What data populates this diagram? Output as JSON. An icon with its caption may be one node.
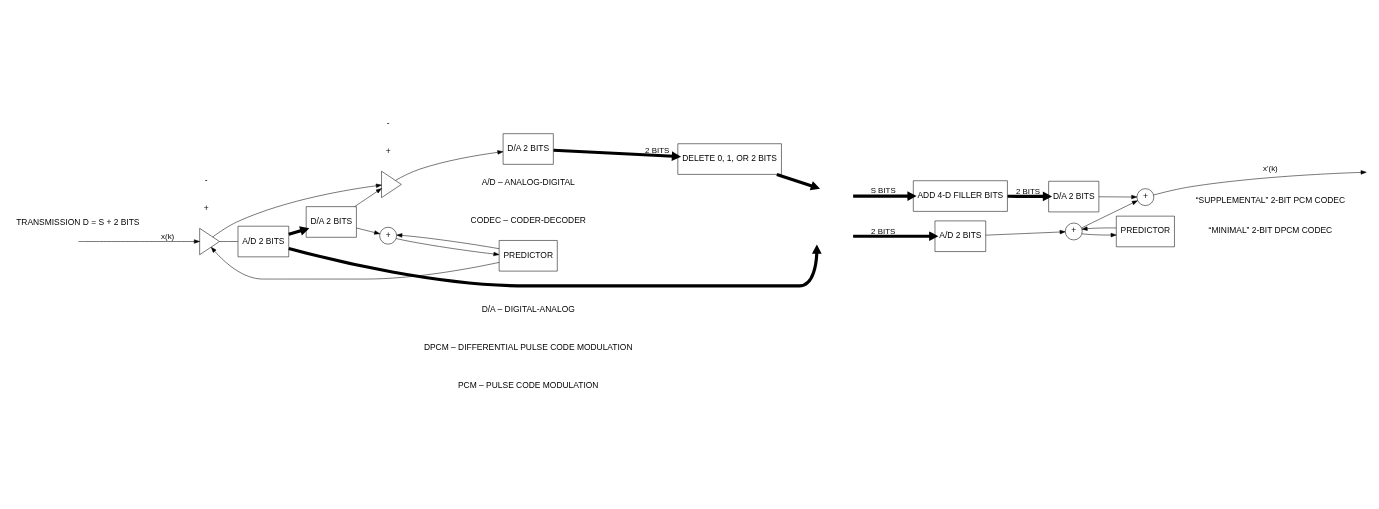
{
  "diagram": {
    "nodes": [
      {
        "text": [],
        "shape": "triangle"
      },
      {
        "text": [],
        "shape": "triangle"
      },
      {
        "text": [
          "D/A 2 BITS"
        ]
      },
      {
        "text": [
          "DELETE 0, 1, OR 2 BITS"
        ]
      },
      {
        "text": [
          "A/D 2 BITS"
        ]
      },
      {
        "text": [
          "D/A 2 BITS"
        ]
      },
      {
        "text": [
          "PREDICTOR"
        ]
      },
      {
        "text": [
          "+"
        ]
      },
      {
        "text": [
          "ADD 4-D FILLER BITS"
        ]
      },
      {
        "text": [
          "D/A 2 BITS"
        ]
      },
      {
        "text": [
          "+"
        ]
      },
      {
        "text": [
          "A/D 2 BITS"
        ]
      },
      {
        "text": [
          "+"
        ]
      },
      {
        "text": [
          "PREDICTOR"
        ]
      }
    ],
    "edges": [
      {
        "from": null,
        "to": 0,
        "arrow": "to",
        "label": "x(k)"
      },
      {
        "from": 0,
        "to": 1,
        "arrow": "to"
      },
      {
        "from": 0,
        "to": 4,
        "arrow": "none"
      },
      {
        "from": 1,
        "to": 2,
        "arrow": "to"
      },
      {
        "from": 2,
        "to": 3,
        "arrow": "to",
        "label": "2 BITS",
        "style": "thick"
      },
      {
        "from": 3,
        "to": null,
        "arrow": "to",
        "style": "thick"
      },
      {
        "from": 4,
        "to": null,
        "arrow": "to",
        "style": "thick"
      },
      {
        "from": 4,
        "to": 5,
        "arrow": "to",
        "style": "thick"
      },
      {
        "from": 5,
        "to": 7,
        "arrow": "to"
      },
      {
        "from": 5,
        "to": 1,
        "arrow": "to"
      },
      {
        "from": 7,
        "to": 6,
        "arrow": "to"
      },
      {
        "from": 6,
        "to": 0,
        "arrow": "to"
      },
      {
        "from": 6,
        "to": 7,
        "arrow": "to"
      },
      {
        "from": null,
        "to": 8,
        "arrow": "to",
        "label": "S BITS",
        "style": "thick"
      },
      {
        "from": 8,
        "to": 9,
        "arrow": "to",
        "label": "2 BITS",
        "style": "thick"
      },
      {
        "from": 9,
        "to": 10,
        "arrow": "to"
      },
      {
        "from": 10,
        "to": null,
        "arrow": "to",
        "label": "x'(k)"
      },
      {
        "from": null,
        "to": 11,
        "arrow": "to",
        "label": "2 BITS",
        "style": "thick"
      },
      {
        "from": 11,
        "to": 12,
        "arrow": "to"
      },
      {
        "from": 12,
        "to": 10,
        "arrow": "to"
      },
      {
        "from": 12,
        "to": 13,
        "arrow": "to"
      },
      {
        "from": 13,
        "to": 12,
        "arrow": "to"
      }
    ],
    "labels": [
      "+",
      "-",
      "+",
      "-",
      "TRANSMISSION D = S + 2 BITS",
      "“SUPPLEMENTAL” 2-BIT PCM CODEC",
      "“MINIMAL” 2-BIT DPCM CODEC",
      "A/D – ANALOG-DIGITAL",
      "CODEC – CODER-DECODER",
      "D/A – DIGITAL-ANALOG",
      "DPCM – DIFFERENTIAL PULSE CODE MODULATION",
      "PCM – PULSE CODE MODULATION"
    ]
  }
}
